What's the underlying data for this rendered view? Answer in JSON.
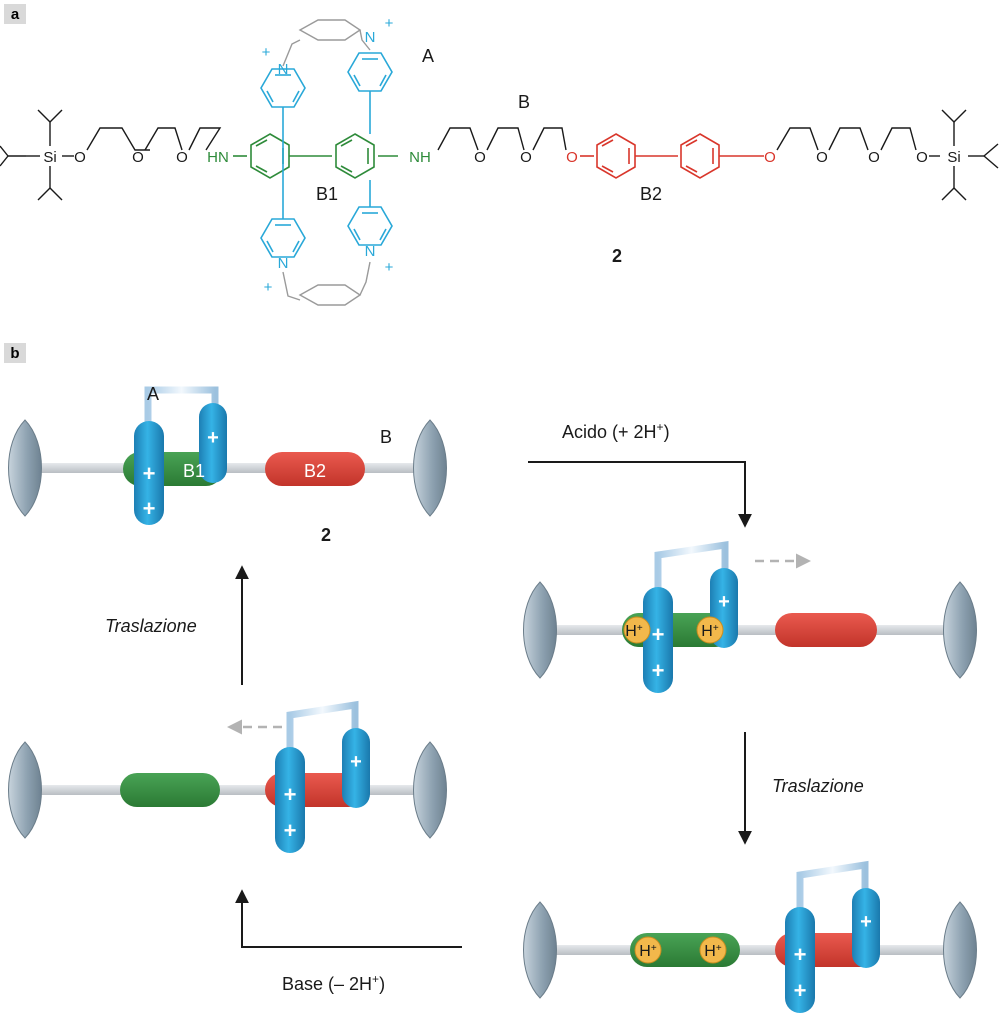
{
  "panel_a": {
    "tag": "a",
    "compound_number": "2",
    "label_ring": "A",
    "label_axle": "B",
    "label_station1": "B1",
    "label_station2": "B2",
    "atoms": {
      "si": "Si",
      "o": "O",
      "hn": "HN",
      "nh": "NH",
      "n": "N",
      "plus": "+"
    }
  },
  "panel_b": {
    "tag": "b",
    "compound_number": "2",
    "label_ring": "A",
    "label_axle": "B",
    "label_station1": "B1",
    "label_station2": "B2",
    "proton": "H",
    "proton_sup": "+",
    "step_acid_main": "Acido (+ 2H",
    "step_acid_sup": "+",
    "step_acid_end": ")",
    "step_base_main": "Base (– 2H",
    "step_base_sup": "+",
    "step_base_end": ")",
    "step_translation": "Traslazione"
  },
  "colors": {
    "bipyridinium": "#29a8d8",
    "amine_station": "#2e8b3a",
    "biphenol_station": "#d9362b",
    "stopper": "#8fa3b2",
    "axle": "#c8cdd2",
    "bond": "#1a1a1a",
    "linker": "#9a9a9a",
    "proton_badge": "#f2b84b"
  }
}
